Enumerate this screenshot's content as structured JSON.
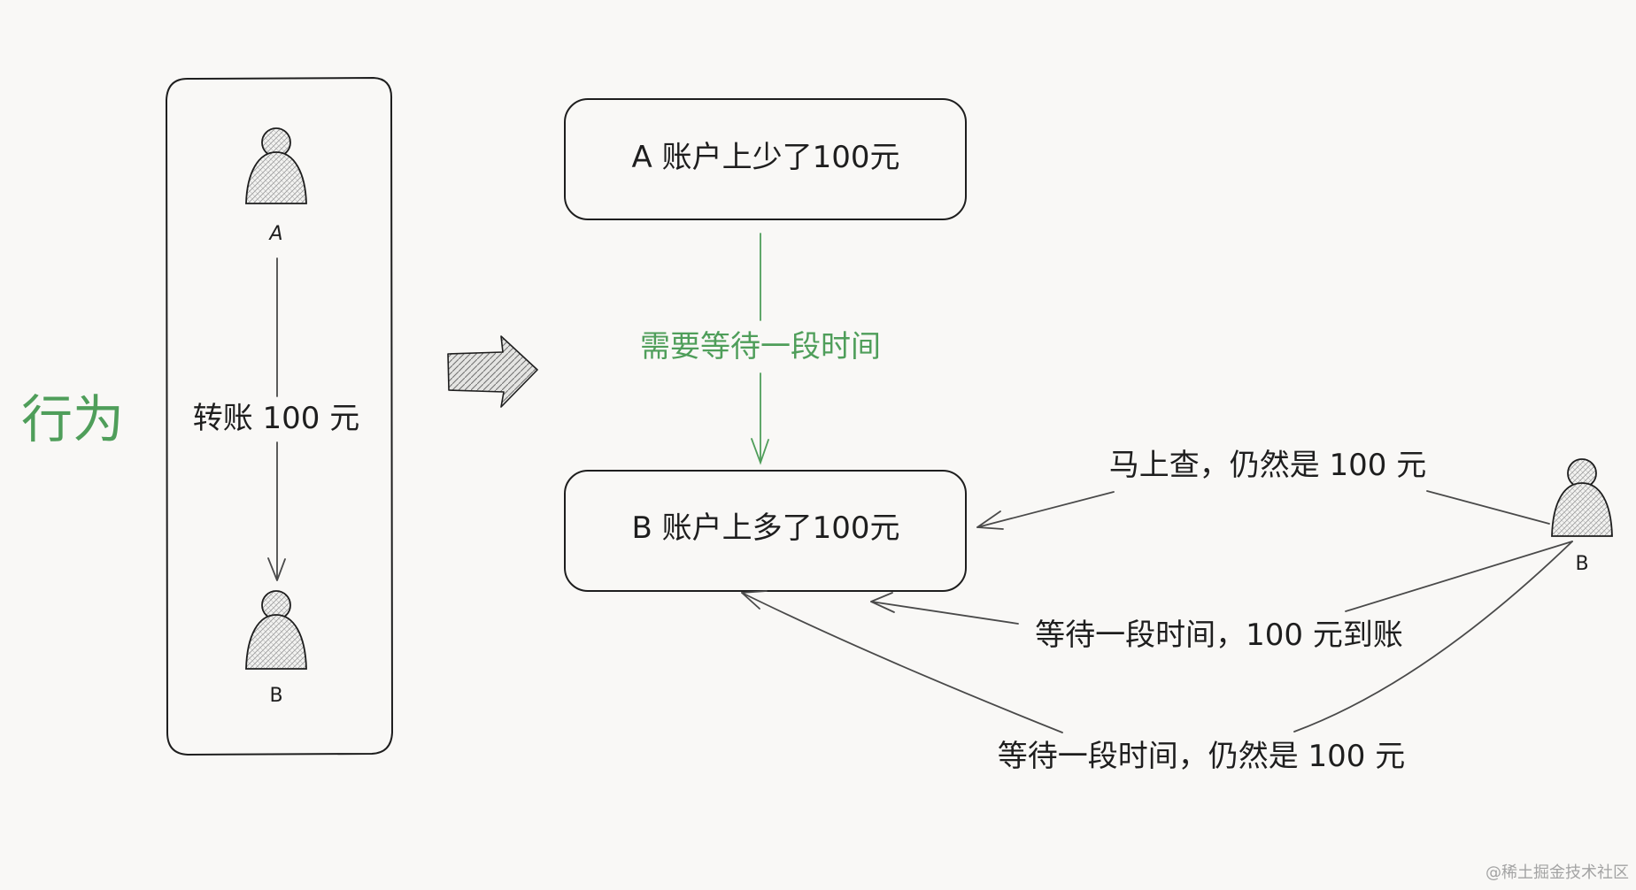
{
  "behavior_label": "行为",
  "transfer_label": "转账 100 元",
  "person_a_label": "A",
  "person_b_label": "B",
  "box_a_text": "A 账户上少了100元",
  "box_b_text": "B 账户上多了100元",
  "wait_label": "需要等待一段时间",
  "query_immediate": "马上查，仍然是 100 元",
  "query_wait_arrived": "等待一段时间，100 元到账",
  "query_wait_same": "等待一段时间，仍然是 100 元",
  "right_person_label": "B",
  "watermark": "@稀土掘金技术社区",
  "colors": {
    "accent_green": "#4f9e5a",
    "ink": "#1e1e1e",
    "background": "#f9f8f6"
  }
}
